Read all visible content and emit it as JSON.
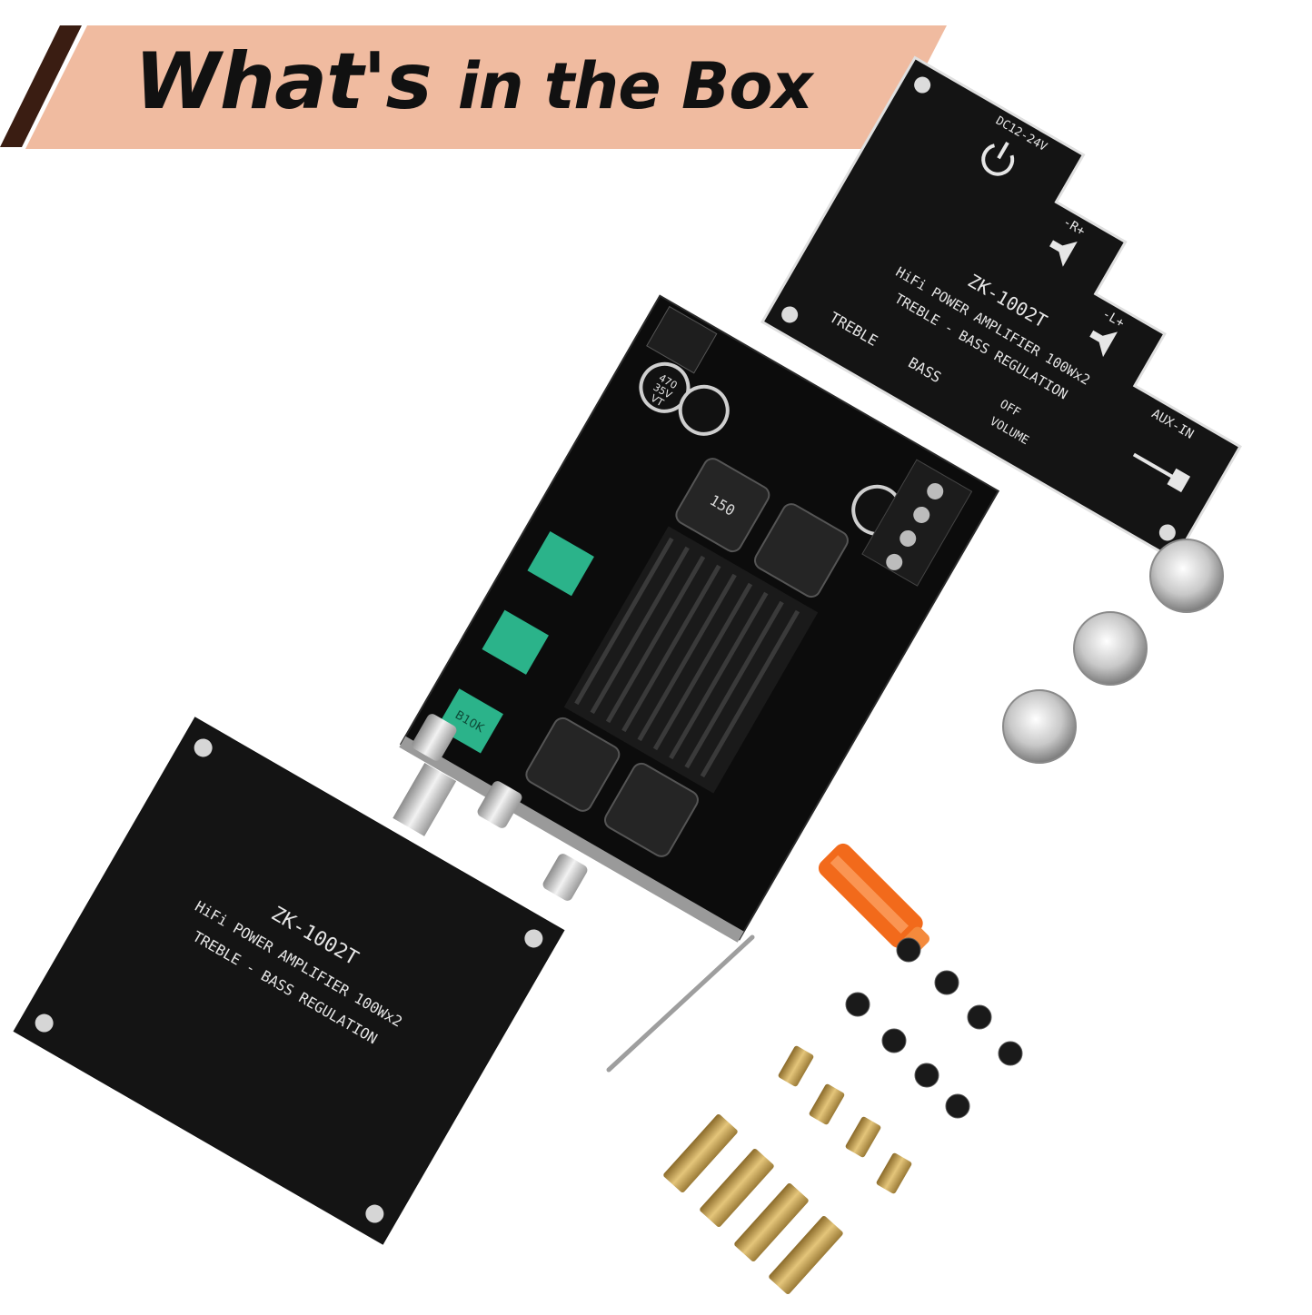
{
  "banner": {
    "title_main": "What's",
    "title_rest": "in the Box"
  },
  "plate": {
    "model": "ZK-1002T",
    "line1": "HiFi POWER AMPLIFIER 100Wx2",
    "line2": "TREBLE - BASS REGULATION"
  },
  "top_plate": {
    "power_label": "DC12-24V",
    "right_speaker": "-R+",
    "left_speaker": "-L+",
    "aux_label": "AUX-IN",
    "treble_label": "TREBLE",
    "bass_label": "BASS",
    "off_label": "OFF",
    "volume_label": "VOLUME"
  },
  "board": {
    "inductor_label": "150",
    "capacitor_label_a": "470",
    "capacitor_label_b": "35V",
    "capacitor_label_c": "VT",
    "pot_label": "B10K"
  },
  "colors": {
    "banner_fill": "#f0bba0",
    "banner_stripe": "#3a1d12",
    "plate": "#141414",
    "screwdriver": "#f26a1b",
    "brass": "#c9a255"
  }
}
